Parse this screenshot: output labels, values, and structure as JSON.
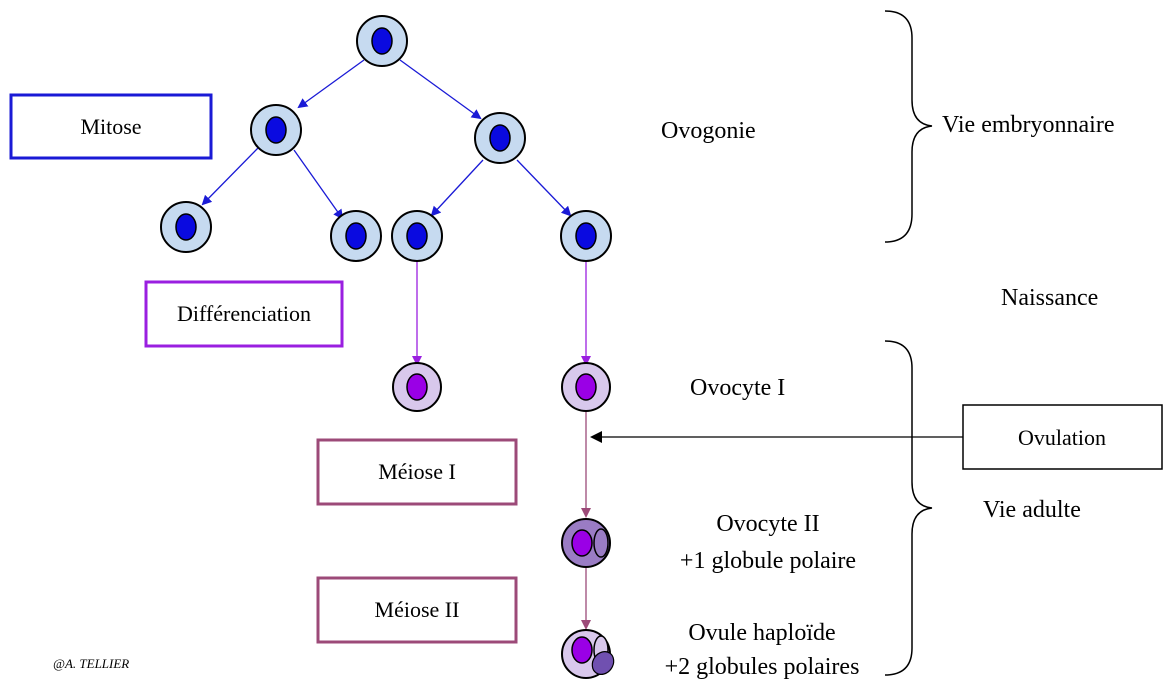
{
  "boxes": {
    "mitose": "Mitose",
    "differenciation": "Différenciation",
    "meiose1": "Méiose I",
    "meiose2": "Méiose II",
    "ovulation": "Ovulation"
  },
  "labels": {
    "ovogonie": "Ovogonie",
    "vie_embryonnaire": "Vie embryonnaire",
    "naissance": "Naissance",
    "ovocyte1": "Ovocyte I",
    "vie_adulte": "Vie adulte",
    "ovocyte2_line1": "Ovocyte II",
    "ovocyte2_line2": "+1 globule polaire",
    "ovule_line1": "Ovule haploïde",
    "ovule_line2": "+2 globules polaires"
  },
  "credit": "@A. TELLIER",
  "colors": {
    "mitosis_blue": "#1a1ad6",
    "oogonium_cytoplasm": "#c6daf0",
    "oogonium_nucleus": "#0a0ae0",
    "differentiation_purple": "#9a1fe0",
    "oocyte1_cytoplasm": "#d8c8ec",
    "nucleus_purple": "#9a00e6",
    "meiosis_mauve": "#9c4a78",
    "oocyte2_cytoplasm": "#9a7cc4",
    "ovule_cytoplasm": "#d9c8ec",
    "polar_body": "#7050b0",
    "ovulation_arrow": "#000000"
  }
}
